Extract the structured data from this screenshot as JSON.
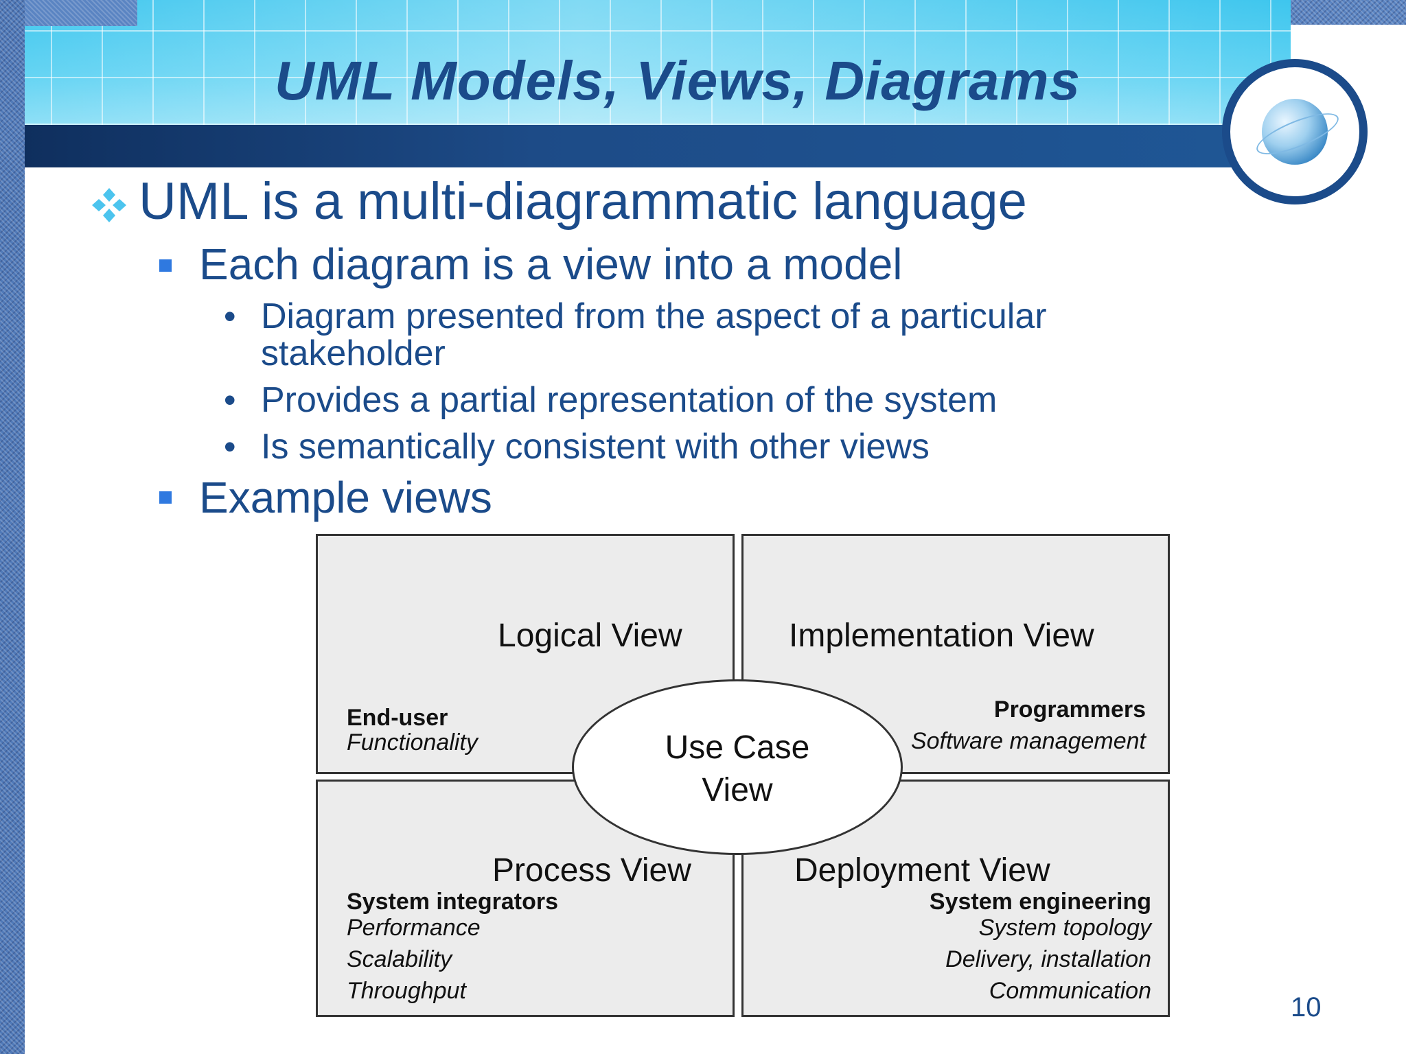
{
  "slide": {
    "title": "UML Models, Views, Diagrams",
    "page_number": "10",
    "bullet_l1": "UML is a multi-diagrammatic language",
    "bullet_l2_a": "Each diagram is a view into a model",
    "bullet_l3": [
      "Diagram presented from the aspect of a particular",
      "stakeholder",
      "Provides a partial representation of the system",
      "Is semantically consistent with other views"
    ],
    "bullet_l2_b": "Example views",
    "l3_bullet_char": "•"
  },
  "diagram": {
    "logical": {
      "title": "Logical View",
      "stakeholder": "End-user",
      "concerns": [
        "Functionality"
      ]
    },
    "implementation": {
      "title": "Implementation View",
      "stakeholder": "Programmers",
      "concerns": [
        "Software management"
      ]
    },
    "process": {
      "title": "Process View",
      "stakeholder": "System integrators",
      "concerns": [
        "Performance",
        "Scalability",
        "Throughput"
      ]
    },
    "deployment": {
      "title": "Deployment View",
      "stakeholder": "System engineering",
      "concerns": [
        "System topology",
        "Delivery, installation",
        "Communication"
      ]
    },
    "use_case": {
      "line1": "Use Case",
      "line2": "View"
    }
  },
  "colors": {
    "title": "#1b4b8a",
    "header_cyan": "#3ec6ee",
    "bar_dark": "#0f2f5e",
    "square_bullet": "#2f79e0",
    "diamond_bullet": "#4cc4ee",
    "quad_fill": "#ececec"
  },
  "icons": {
    "l1_bullet": "diamond-cluster-icon",
    "l2_bullet": "square-bullet-icon",
    "logo": "globe-icon"
  }
}
